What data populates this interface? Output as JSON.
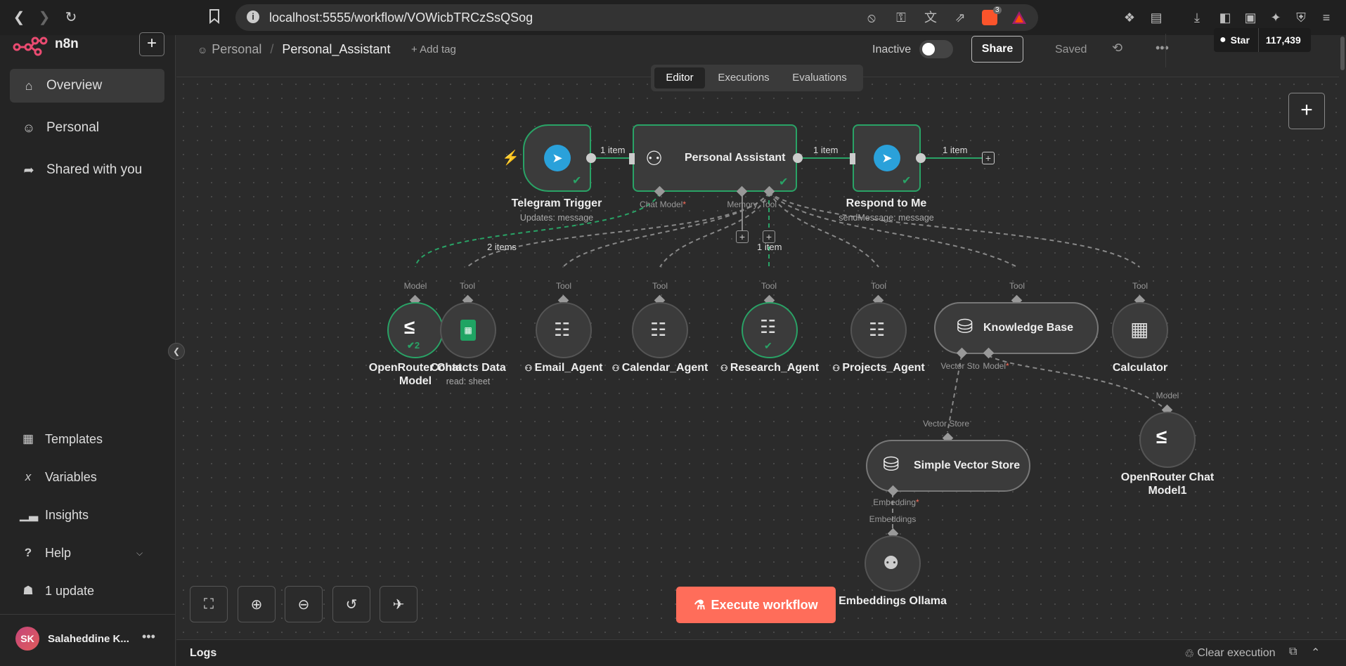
{
  "browser": {
    "url": "localhost:5555/workflow/VOWicbTRCzSsQSog",
    "brave_badge": "3"
  },
  "sidebar": {
    "logo": "n8n",
    "add_label": "+",
    "items": [
      {
        "label": "Overview",
        "icon": "home-icon"
      },
      {
        "label": "Personal",
        "icon": "user-icon"
      },
      {
        "label": "Shared with you",
        "icon": "share-icon"
      }
    ],
    "bottom_items": [
      {
        "label": "Templates",
        "icon": "templates-icon"
      },
      {
        "label": "Variables",
        "icon": "variables-icon"
      },
      {
        "label": "Insights",
        "icon": "insights-icon"
      },
      {
        "label": "Help",
        "icon": "help-icon"
      },
      {
        "label": "1 update",
        "icon": "gift-icon"
      }
    ],
    "user": {
      "initials": "SK",
      "name": "Salaheddine K..."
    }
  },
  "header": {
    "breadcrumb_project": "Personal",
    "separator": "/",
    "workflow_name": "Personal_Assistant",
    "add_tag": "+ Add tag",
    "status_label": "Inactive",
    "share_label": "Share",
    "saved_label": "Saved",
    "github_star_label": "Star",
    "github_star_count": "117,439",
    "tabs": [
      "Editor",
      "Executions",
      "Evaluations"
    ],
    "active_tab": "Editor"
  },
  "nodes": {
    "telegram_trigger": {
      "title": "Telegram Trigger",
      "sub": "Updates: message"
    },
    "personal_assistant": {
      "title": "Personal Assistant",
      "ports": [
        "Chat Model",
        "Memory",
        "Tool"
      ]
    },
    "respond_to_me": {
      "title": "Respond to Me",
      "sub": "sendMessage: message"
    },
    "openrouter": {
      "title": "OpenRouter Chat Model",
      "port": "Model",
      "badge": "2"
    },
    "contacts": {
      "title": "Contacts Data",
      "sub": "read: sheet",
      "port": "Tool"
    },
    "email_agent": {
      "title": "Email_Agent",
      "port": "Tool"
    },
    "calendar_agent": {
      "title": "Calendar_Agent",
      "port": "Tool"
    },
    "research_agent": {
      "title": "Research_Agent",
      "port": "Tool"
    },
    "projects_agent": {
      "title": "Projects_Agent",
      "port": "Tool"
    },
    "knowledge_base": {
      "title": "Knowledge Base",
      "port": "Tool",
      "ports_bottom": [
        "Vector Sto",
        "Model"
      ]
    },
    "calculator": {
      "title": "Calculator",
      "port": "Tool"
    },
    "openrouter1": {
      "title": "OpenRouter Chat Model1",
      "port": "Model"
    },
    "simple_vector_store": {
      "title": "Simple Vector Store",
      "port": "Vector Store",
      "port_bottom": "Embedding"
    },
    "embeddings_ollama": {
      "title": "Embeddings Ollama",
      "port": "Embeddings"
    }
  },
  "edges": {
    "e1": "1 item",
    "e2": "1 item",
    "e3": "1 item",
    "model_items": "2 items",
    "research_items": "1 item"
  },
  "execute_label": "Execute workflow",
  "logs": {
    "label": "Logs",
    "clear_label": "Clear execution"
  },
  "colors": {
    "accent": "#ff6d5a",
    "success": "#29a366",
    "telegram": "#2aa1da",
    "sheets": "#1fa463"
  }
}
